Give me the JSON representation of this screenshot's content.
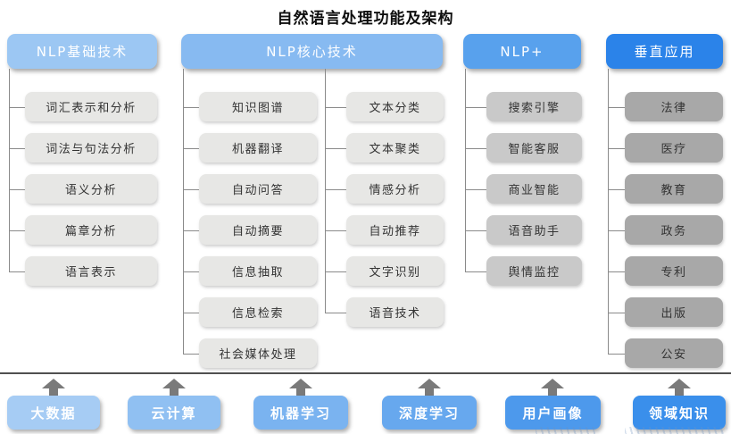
{
  "title": "自然语言处理功能及架构",
  "columns": [
    {
      "header": "NLP基础技术",
      "header_color": "#9cc7f3",
      "item_color": "#e7e7e5",
      "items": [
        "词汇表示和分析",
        "词法与句法分析",
        "语义分析",
        "篇章分析",
        "语言表示"
      ]
    },
    {
      "header": "NLP核心技术",
      "header_color": "#87baf1",
      "item_color": "#e7e7e5",
      "sub_columns": [
        [
          "知识图谱",
          "机器翻译",
          "自动问答",
          "自动摘要",
          "信息抽取",
          "信息检索",
          "社会媒体处理"
        ],
        [
          "文本分类",
          "文本聚类",
          "情感分析",
          "自动推荐",
          "文字识别",
          "语音技术"
        ]
      ]
    },
    {
      "header": "NLP+",
      "header_color": "#58a1ed",
      "item_color": "#c9c9c9",
      "items": [
        "搜索引擎",
        "智能客服",
        "商业智能",
        "语音助手",
        "舆情监控"
      ]
    },
    {
      "header": "垂直应用",
      "header_color": "#2b83e9",
      "item_color": "#a8a8a8",
      "items": [
        "法律",
        "医疗",
        "教育",
        "政务",
        "专利",
        "出版",
        "公安"
      ]
    }
  ],
  "foundation": [
    {
      "label": "大数据",
      "color": "#a6ccf4"
    },
    {
      "label": "云计算",
      "color": "#90c0f2"
    },
    {
      "label": "机器学习",
      "color": "#7ab3f0"
    },
    {
      "label": "深度学习",
      "color": "#67a8ee"
    },
    {
      "label": "用户画像",
      "color": "#4d99ec"
    },
    {
      "label": "领域知识",
      "color": "#3a8feb"
    }
  ],
  "colors": {
    "tree_line": "#8a8a8a",
    "separator_line": "#505050",
    "arrow": "#7a7a7a",
    "title_text": "#0e0e0e",
    "item_text": "#333333"
  }
}
